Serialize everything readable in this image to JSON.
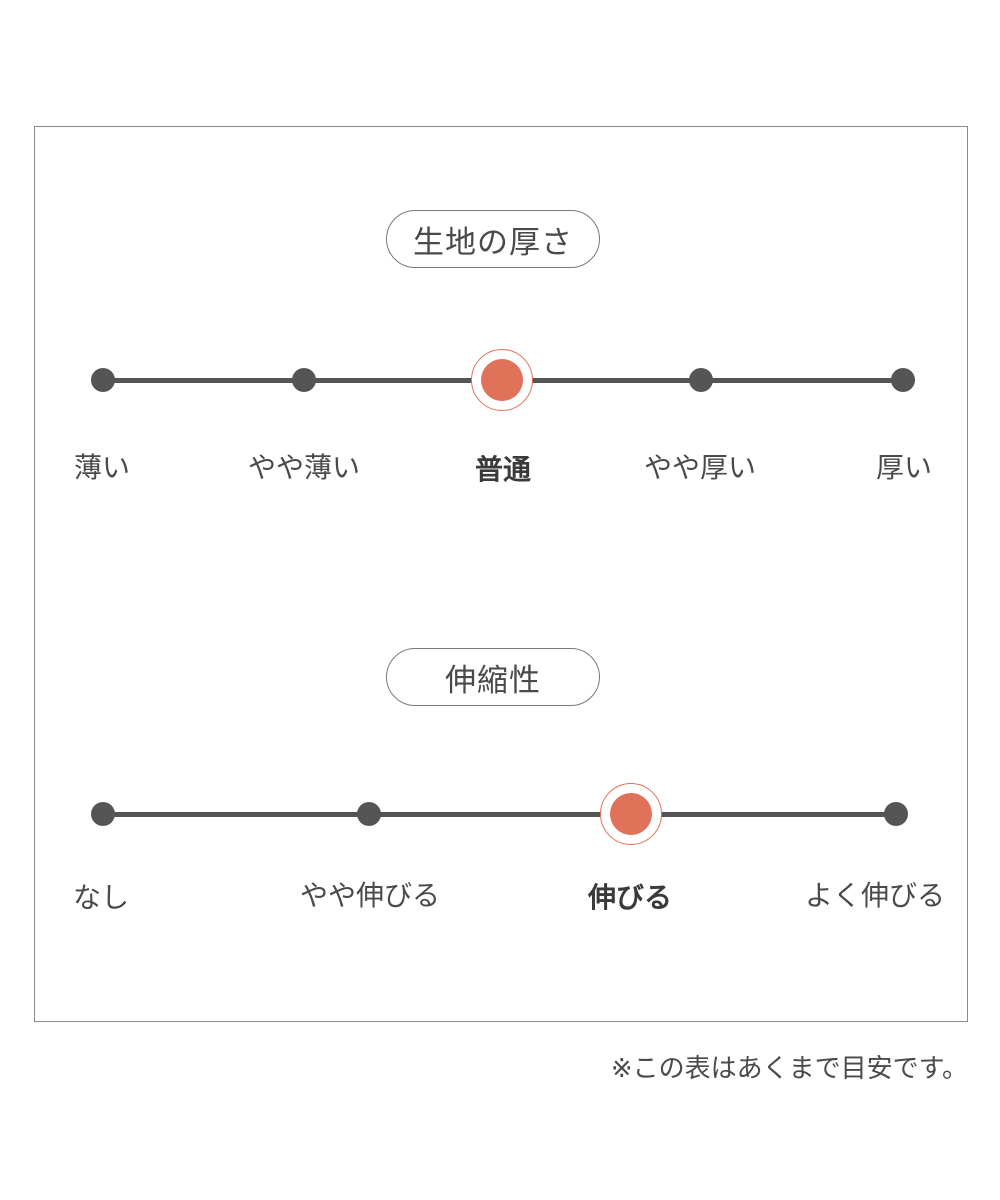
{
  "thickness": {
    "title": "生地の厚さ",
    "levels": [
      "薄い",
      "やや薄い",
      "普通",
      "やや厚い",
      "厚い"
    ],
    "selected_index": 2,
    "selected_label": "普通"
  },
  "stretch": {
    "title": "伸縮性",
    "levels": [
      "なし",
      "やや伸びる",
      "伸びる",
      "よく伸びる"
    ],
    "selected_index": 2,
    "selected_label": "伸びる"
  },
  "note": "※この表はあくまで目安です。",
  "colors": {
    "selected": "#df7258",
    "track": "#555555",
    "text": "#4a4a4a"
  }
}
